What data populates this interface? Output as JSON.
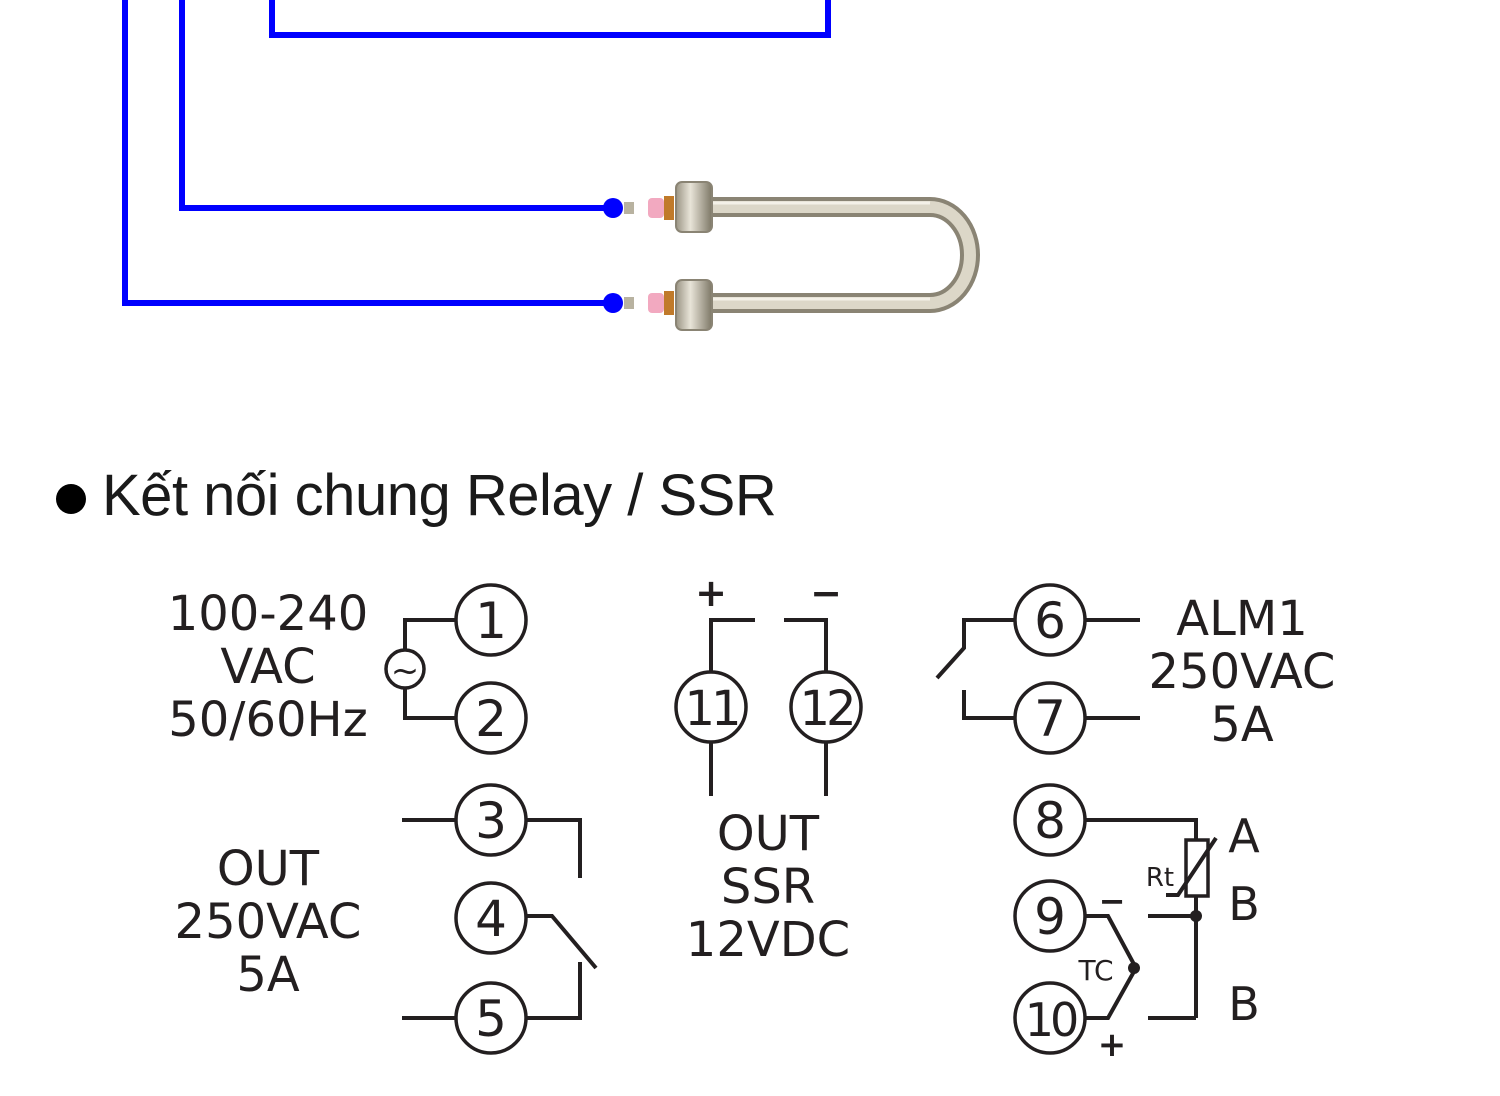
{
  "section_heading": "Kết nối chung Relay / SSR",
  "colors": {
    "wire_blue": "#0000ff",
    "diagram_ink": "#231f20",
    "heater_metal": "#c8c2b0",
    "insulator_pink": "#f2a9c0"
  },
  "heater": {
    "name": "U-shaped heating element",
    "terminals": 2
  },
  "power_block": {
    "label_lines": [
      "100-240",
      "VAC",
      "50/60Hz"
    ],
    "ac_symbol": "~",
    "terminals": [
      "1",
      "2"
    ]
  },
  "relay_output_block": {
    "label_lines": [
      "OUT",
      "250VAC",
      "5A"
    ],
    "terminals": [
      "3",
      "4",
      "5"
    ]
  },
  "ssr_block": {
    "polarity": [
      "+",
      "−"
    ],
    "terminals": [
      "11",
      "12"
    ],
    "label_lines": [
      "OUT",
      "SSR",
      "12VDC"
    ]
  },
  "alarm_block": {
    "terminals": [
      "6",
      "7"
    ],
    "label_lines": [
      "ALM1",
      "250VAC",
      "5A"
    ]
  },
  "sensor_block": {
    "terminals": [
      "8",
      "9",
      "10"
    ],
    "rtd_label": "Rt",
    "tc_label": "TC",
    "tc_minus": "−",
    "tc_plus": "+",
    "rtd_pins": [
      "A",
      "B",
      "B"
    ]
  }
}
